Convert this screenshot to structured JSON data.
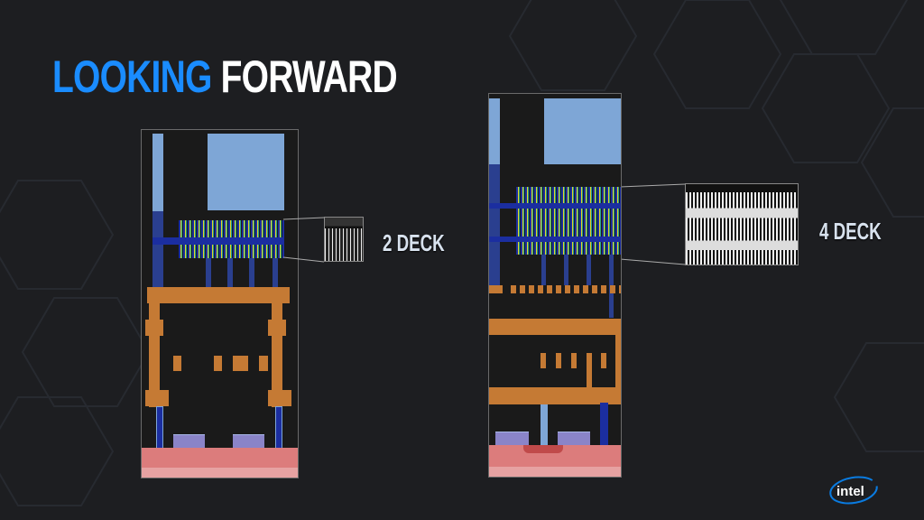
{
  "title": {
    "part1": "LOOKING",
    "part2": "FORWARD"
  },
  "panels": [
    {
      "label": "2 DECK"
    },
    {
      "label": "4 DECK"
    }
  ],
  "logo": {
    "text": "intel"
  },
  "colors": {
    "accent": "#1a8cff",
    "background": "#1d1e21",
    "metal": "#c57a34",
    "substrate": "#dc7c7c"
  }
}
